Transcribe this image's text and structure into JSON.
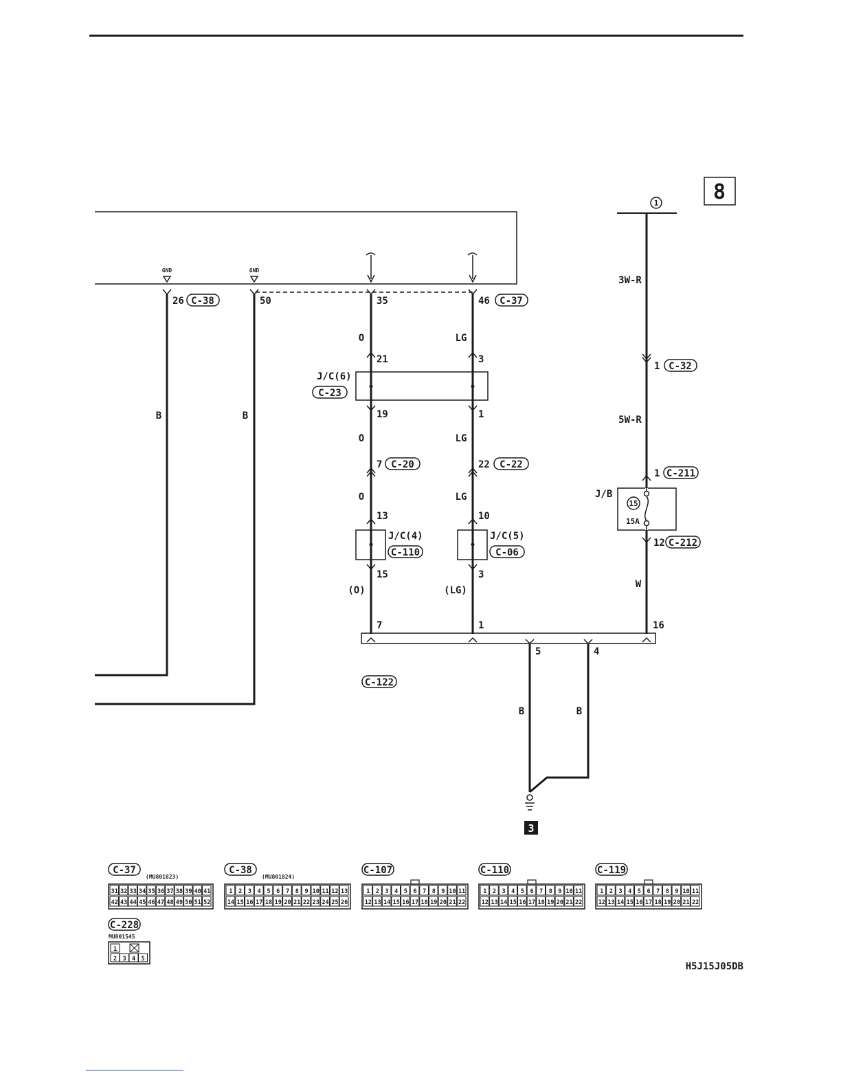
{
  "page_number": "8",
  "diagram_code": "H5J15J05DB",
  "ground_mark": "3",
  "splice_point": "1",
  "gnd_labels": [
    "GND",
    "GND"
  ],
  "terminals": {
    "t26": "26",
    "t50": "50",
    "t35": "35",
    "t46": "46",
    "t21": "21",
    "t3a": "3",
    "t19": "19",
    "t1a": "1",
    "t7a": "7",
    "t22": "22",
    "t13": "13",
    "t10": "10",
    "t15": "15",
    "t3b": "3",
    "t7b": "7",
    "t1b": "1",
    "t16": "16",
    "t5": "5",
    "t4": "4",
    "t1c": "1",
    "t1d": "1",
    "t12": "12"
  },
  "connectors": {
    "c38": "C-38",
    "c37": "C-37",
    "c23": "C-23",
    "c20": "C-20",
    "c22": "C-22",
    "c110": "C-110",
    "c06": "C-06",
    "c122": "C-122",
    "c32": "C-32",
    "c211": "C-211",
    "c212": "C-212"
  },
  "junctions": {
    "jc6": "J/C(6)",
    "jc4": "J/C(4)",
    "jc5": "J/C(5)",
    "jb": "J/B"
  },
  "fuse": {
    "number": "15",
    "rating": "15A"
  },
  "wire_colors": {
    "b1": "B",
    "b2": "B",
    "o1": "O",
    "lg1": "LG",
    "o2": "O",
    "lg2": "LG",
    "o3": "O",
    "lg3": "LG",
    "o4": "(O)",
    "lg4": "(LG)",
    "w3r": "3W-R",
    "w5r": "5W-R",
    "w": "W",
    "b3": "B",
    "b4": "B"
  },
  "legend": {
    "c37": {
      "name": "C-37",
      "part": "(MU801823)",
      "top": [
        "31",
        "32",
        "33",
        "34",
        "35",
        "36",
        "37",
        "38",
        "39",
        "40",
        "41"
      ],
      "bottom": [
        "42",
        "43",
        "44",
        "45",
        "46",
        "47",
        "48",
        "49",
        "50",
        "51",
        "52"
      ]
    },
    "c38": {
      "name": "C-38",
      "part": "(MU801824)",
      "top": [
        "1",
        "2",
        "3",
        "4",
        "5",
        "6",
        "7",
        "8",
        "9",
        "10",
        "11",
        "12",
        "13"
      ],
      "bottom": [
        "14",
        "15",
        "16",
        "17",
        "18",
        "19",
        "20",
        "21",
        "22",
        "23",
        "24",
        "25",
        "26"
      ]
    },
    "c107": {
      "name": "C-107",
      "top": [
        "1",
        "2",
        "3",
        "4",
        "5",
        "6",
        "7",
        "8",
        "9",
        "10",
        "11"
      ],
      "bottom": [
        "12",
        "13",
        "14",
        "15",
        "16",
        "17",
        "18",
        "19",
        "20",
        "21",
        "22"
      ]
    },
    "c110": {
      "name": "C-110",
      "top": [
        "1",
        "2",
        "3",
        "4",
        "5",
        "6",
        "7",
        "8",
        "9",
        "10",
        "11"
      ],
      "bottom": [
        "12",
        "13",
        "14",
        "15",
        "16",
        "17",
        "18",
        "19",
        "20",
        "21",
        "22"
      ]
    },
    "c119": {
      "name": "C-119",
      "top": [
        "1",
        "2",
        "3",
        "4",
        "5",
        "6",
        "7",
        "8",
        "9",
        "10",
        "11"
      ],
      "bottom": [
        "12",
        "13",
        "14",
        "15",
        "16",
        "17",
        "18",
        "19",
        "20",
        "21",
        "22"
      ]
    },
    "c228": {
      "name": "C-228",
      "part": "MU801545",
      "top": [
        "1"
      ],
      "bottom": [
        "2",
        "3",
        "4",
        "5"
      ]
    }
  }
}
